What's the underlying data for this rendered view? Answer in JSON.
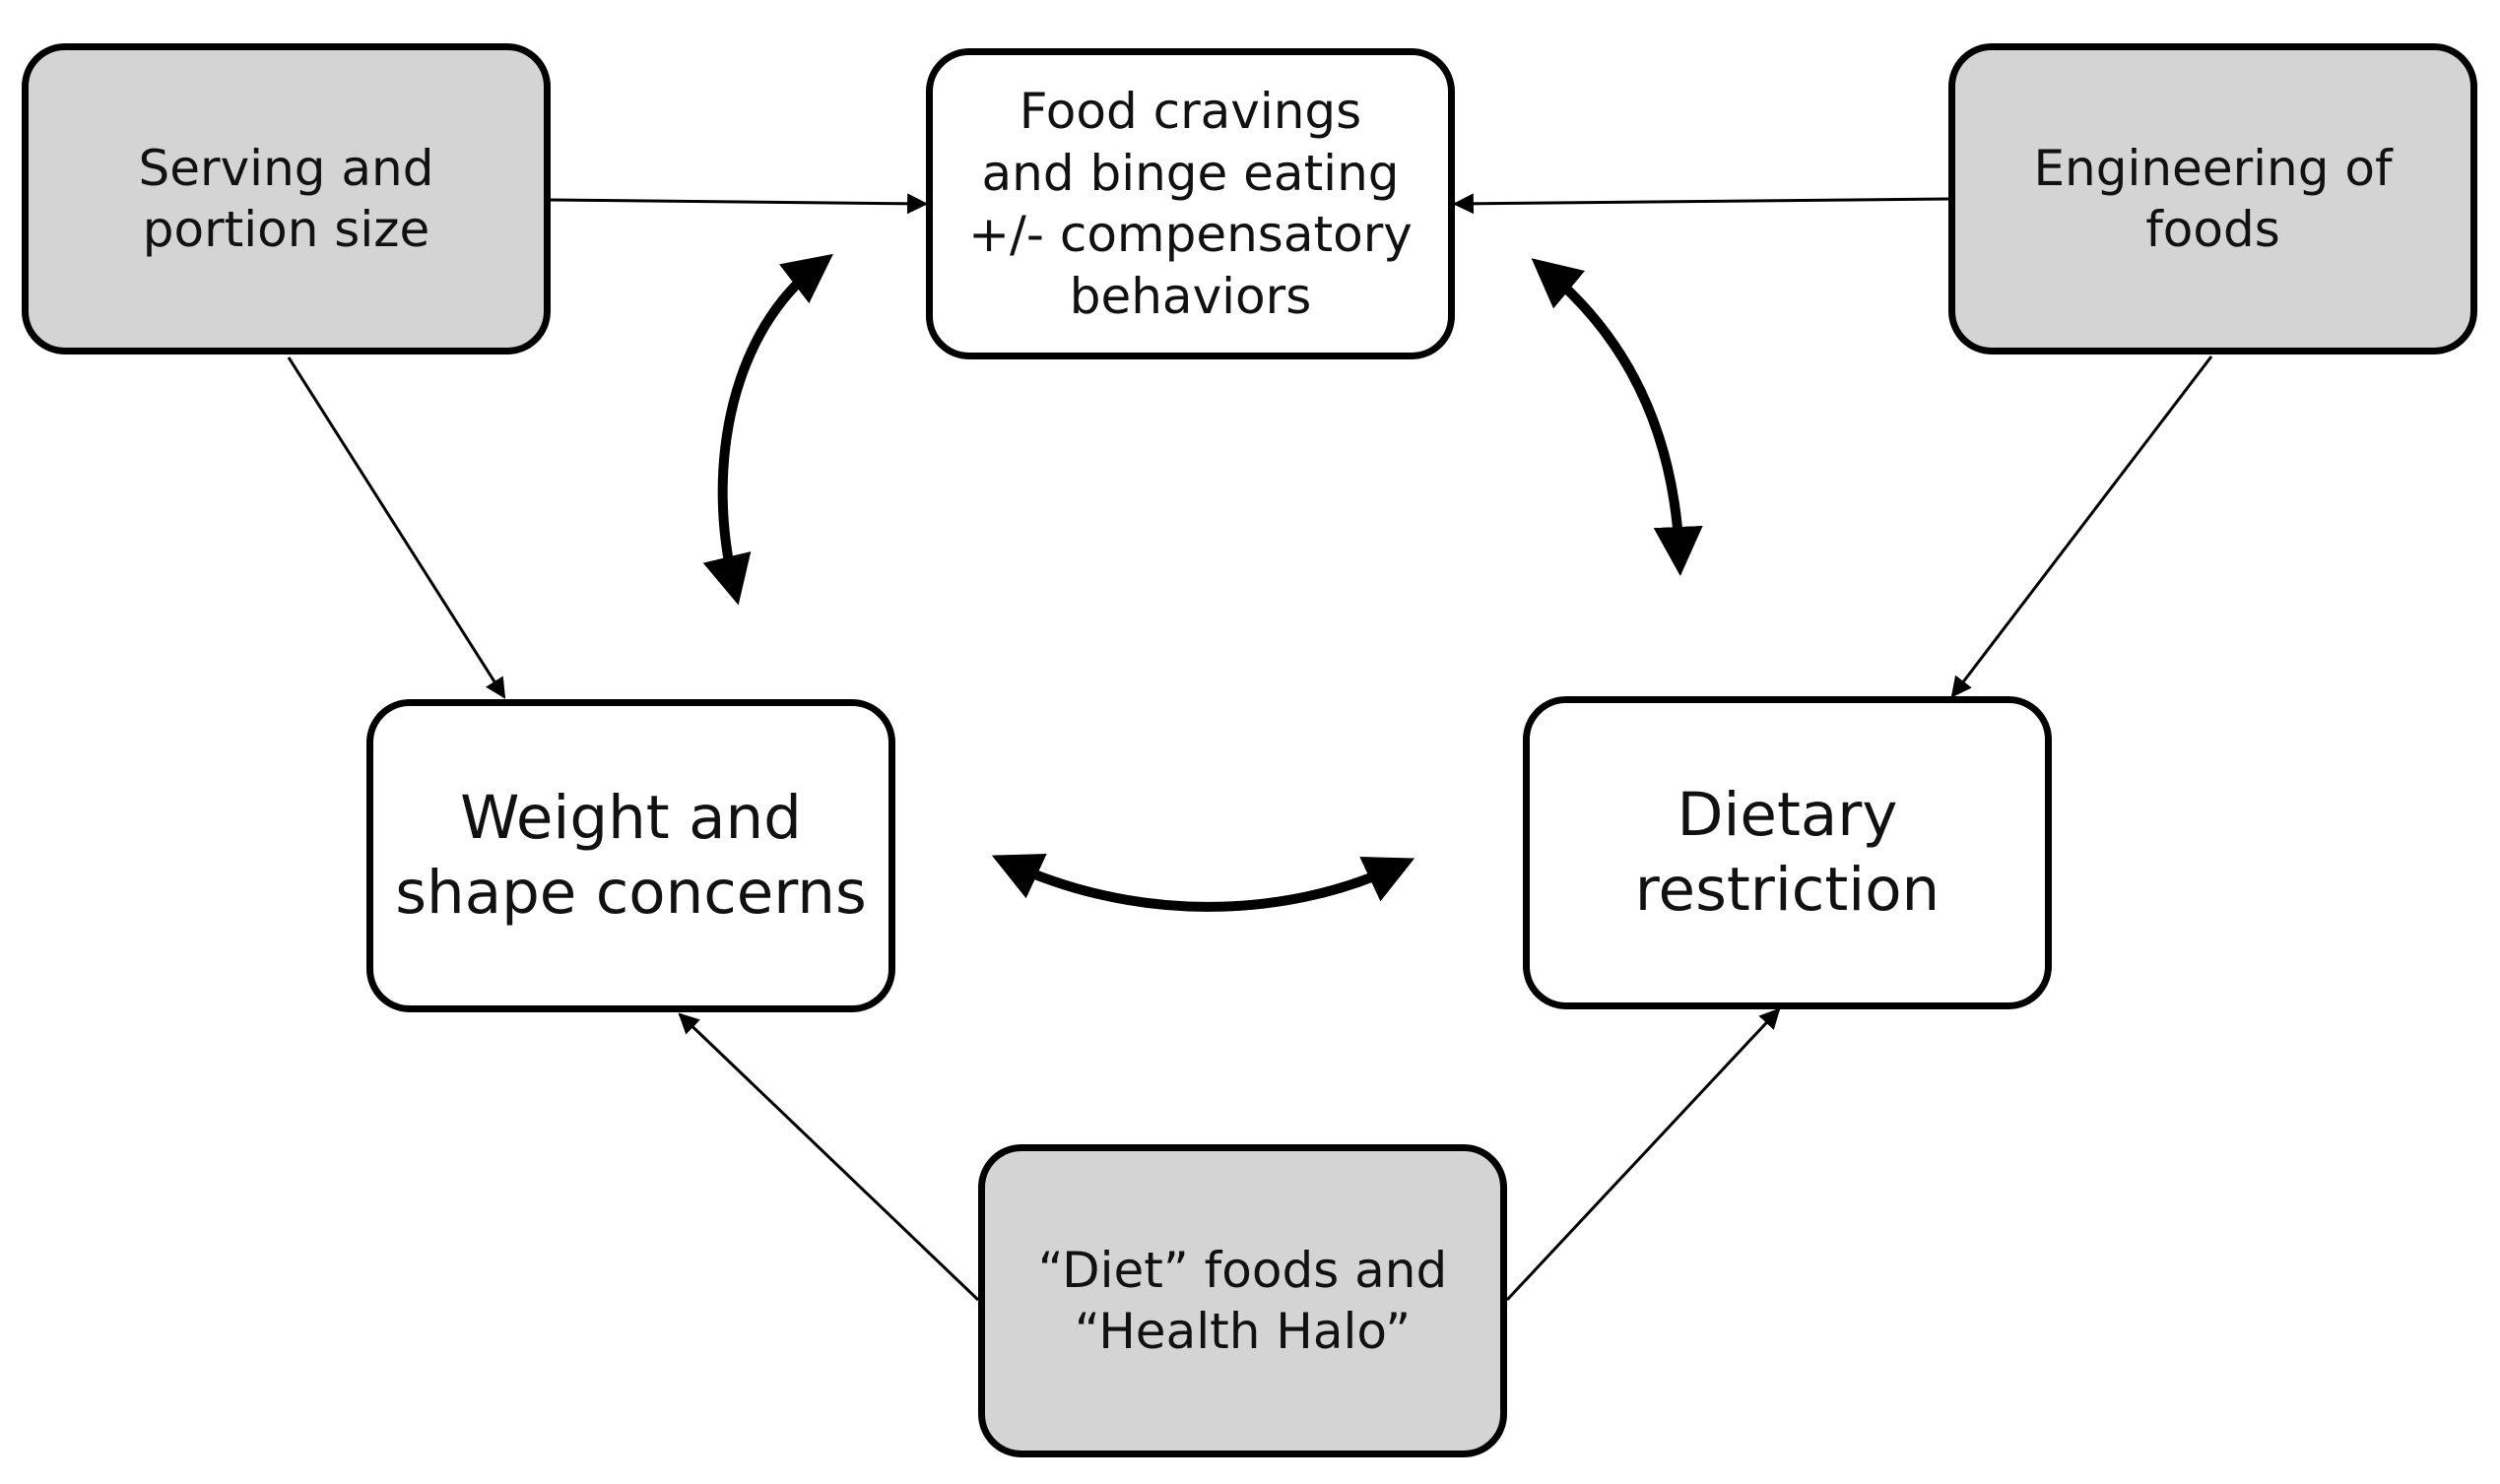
{
  "nodes": {
    "serving": {
      "label": "Serving and\nportion size",
      "kind": "external"
    },
    "cravings": {
      "label": "Food cravings\nand binge eating\n+/- compensatory\nbehaviors",
      "kind": "core"
    },
    "engineering": {
      "label": "Engineering of\nfoods",
      "kind": "external"
    },
    "weight": {
      "label": "Weight and\nshape concerns",
      "kind": "core"
    },
    "dietary": {
      "label": "Dietary\nrestriction",
      "kind": "core"
    },
    "dietfoods": {
      "label": "“Diet” foods and\n“Health Halo”",
      "kind": "external"
    }
  },
  "edges": [
    {
      "from": "serving",
      "to": "cravings",
      "style": "thin"
    },
    {
      "from": "engineering",
      "to": "cravings",
      "style": "thin"
    },
    {
      "from": "serving",
      "to": "weight",
      "style": "thin"
    },
    {
      "from": "engineering",
      "to": "dietary",
      "style": "thin"
    },
    {
      "from": "dietfoods",
      "to": "weight",
      "style": "thin"
    },
    {
      "from": "dietfoods",
      "to": "dietary",
      "style": "thin"
    },
    {
      "from": "weight",
      "to": "cravings",
      "style": "bold-bidirectional"
    },
    {
      "from": "cravings",
      "to": "dietary",
      "style": "bold-bidirectional"
    },
    {
      "from": "weight",
      "to": "dietary",
      "style": "bold-bidirectional"
    }
  ],
  "colors": {
    "external_fill": "#d4d4d4",
    "core_fill": "#ffffff",
    "stroke": "#000000"
  }
}
